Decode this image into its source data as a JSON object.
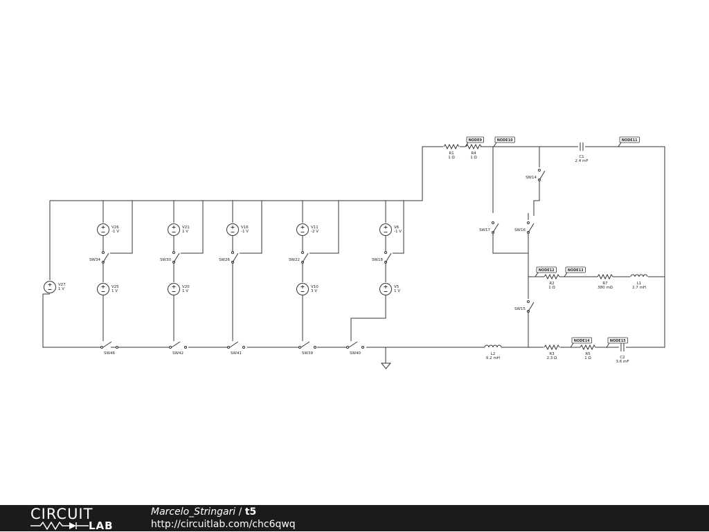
{
  "circuit": {
    "wire_color": "#333333",
    "sources": [
      {
        "id": "V27",
        "label": "V27",
        "value": "1 V"
      },
      {
        "id": "V26",
        "label": "V26",
        "value": "-1 V"
      },
      {
        "id": "V25",
        "label": "V25",
        "value": "1 V"
      },
      {
        "id": "V21",
        "label": "V21",
        "value": "1 V"
      },
      {
        "id": "V20",
        "label": "V20",
        "value": "1 V"
      },
      {
        "id": "V16",
        "label": "V16",
        "value": "-1 V"
      },
      {
        "id": "V11",
        "label": "V11",
        "value": "-2 V"
      },
      {
        "id": "V10",
        "label": "V10",
        "value": "3 V"
      },
      {
        "id": "V6",
        "label": "V6",
        "value": "-1 V"
      },
      {
        "id": "V5",
        "label": "V5",
        "value": "1 V"
      }
    ],
    "switches": [
      {
        "id": "SW34",
        "label": "SW34"
      },
      {
        "id": "SW30",
        "label": "SW30"
      },
      {
        "id": "SW26",
        "label": "SW26"
      },
      {
        "id": "SW22",
        "label": "SW22"
      },
      {
        "id": "SW18",
        "label": "SW18"
      },
      {
        "id": "SW46",
        "label": "SW46"
      },
      {
        "id": "SW42",
        "label": "SW42"
      },
      {
        "id": "SW41",
        "label": "SW41"
      },
      {
        "id": "SW39",
        "label": "SW39"
      },
      {
        "id": "SW40",
        "label": "SW40"
      },
      {
        "id": "SW17",
        "label": "SW17"
      },
      {
        "id": "SW16",
        "label": "SW16"
      },
      {
        "id": "SW14",
        "label": "SW14"
      },
      {
        "id": "SW15",
        "label": "SW15"
      }
    ],
    "resistors": [
      {
        "id": "R1",
        "label": "R1",
        "value": "1 Ω"
      },
      {
        "id": "R4",
        "label": "R4",
        "value": "1 Ω"
      },
      {
        "id": "R2",
        "label": "R2",
        "value": "1 Ω"
      },
      {
        "id": "R7",
        "label": "R7",
        "value": "380 mΩ"
      },
      {
        "id": "R3",
        "label": "R3",
        "value": "2.3 Ω"
      },
      {
        "id": "R5",
        "label": "R5",
        "value": "1 Ω"
      }
    ],
    "inductors": [
      {
        "id": "L1",
        "label": "L1",
        "value": "2.7 mH"
      },
      {
        "id": "L2",
        "label": "L2",
        "value": "6.2 mH"
      }
    ],
    "capacitors": [
      {
        "id": "C1",
        "label": "C1",
        "value": "2.4 mF"
      },
      {
        "id": "C2",
        "label": "C2",
        "value": "3.6 mF"
      }
    ],
    "nodes": [
      {
        "id": "NODE9",
        "label": "NODE9"
      },
      {
        "id": "NODE10",
        "label": "NODE10"
      },
      {
        "id": "NODE11",
        "label": "NODE11"
      },
      {
        "id": "NODE12",
        "label": "NODE12"
      },
      {
        "id": "NODE13",
        "label": "NODE13"
      },
      {
        "id": "NODE14",
        "label": "NODE14"
      },
      {
        "id": "NODE15",
        "label": "NODE15"
      }
    ]
  },
  "footer": {
    "logo_top": "CIRCUIT",
    "logo_bottom": "LAB",
    "author": "Marcelo_Stringari",
    "separator": " / ",
    "title": "t5",
    "url": "http://circuitlab.com/chc6qwq"
  }
}
